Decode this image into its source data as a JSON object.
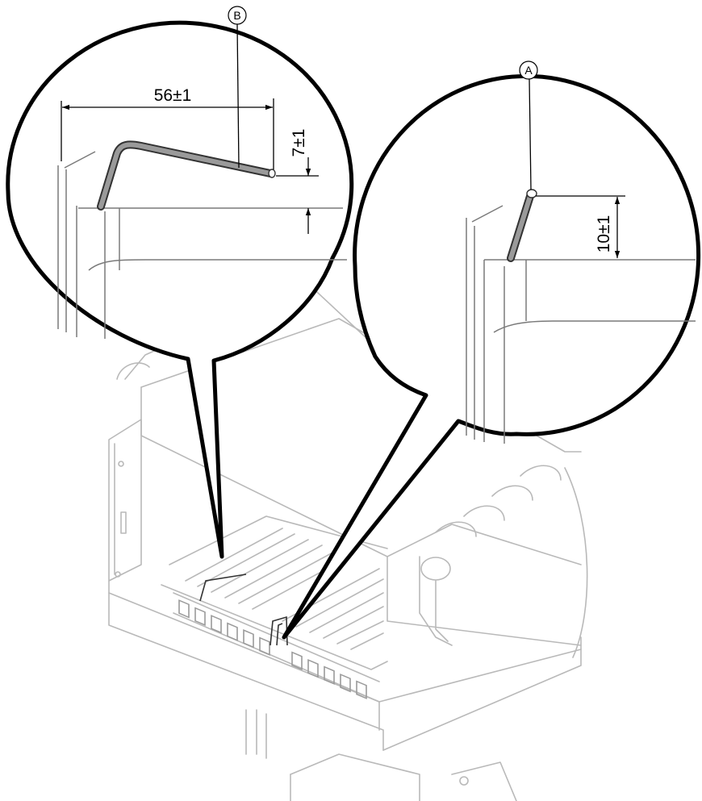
{
  "labels": {
    "callout_b": "B",
    "callout_a": "A",
    "dim_horizontal": "56±1",
    "dim_left_vertical": "7±1",
    "dim_right_vertical": "10±1"
  }
}
